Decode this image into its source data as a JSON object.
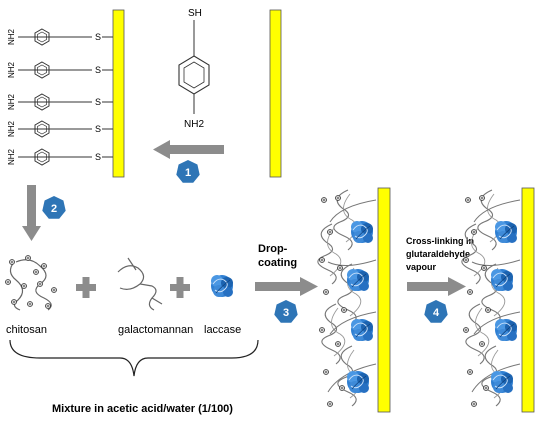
{
  "colors": {
    "electrode": "#ffff00",
    "electrode_border": "#555555",
    "arrow": "#8c8c8c",
    "step_badge": "#2e75b6",
    "enzyme": "#2f7fd2",
    "line": "#333333"
  },
  "molecule": {
    "thiol": "SH",
    "amine": "NH2"
  },
  "sam": {
    "sulfur": "S",
    "amine": "NH2"
  },
  "steps": [
    {
      "number": "1"
    },
    {
      "number": "2"
    },
    {
      "number": "3"
    },
    {
      "number": "4"
    }
  ],
  "labels": {
    "chitosan": "chitosan",
    "galactomannan": "galactomannan",
    "laccase": "laccase",
    "mixture": "Mixture in acetic acid/water (1/100)",
    "drop_line1": "Drop-",
    "drop_line2": "coating",
    "crosslink_line1": "Cross-linking in",
    "crosslink_line2": "glutaraldehyde",
    "crosslink_line3": "vapour"
  },
  "icons": {
    "plus": "plus-icon",
    "step_badge": "heptagon-badge-icon"
  }
}
